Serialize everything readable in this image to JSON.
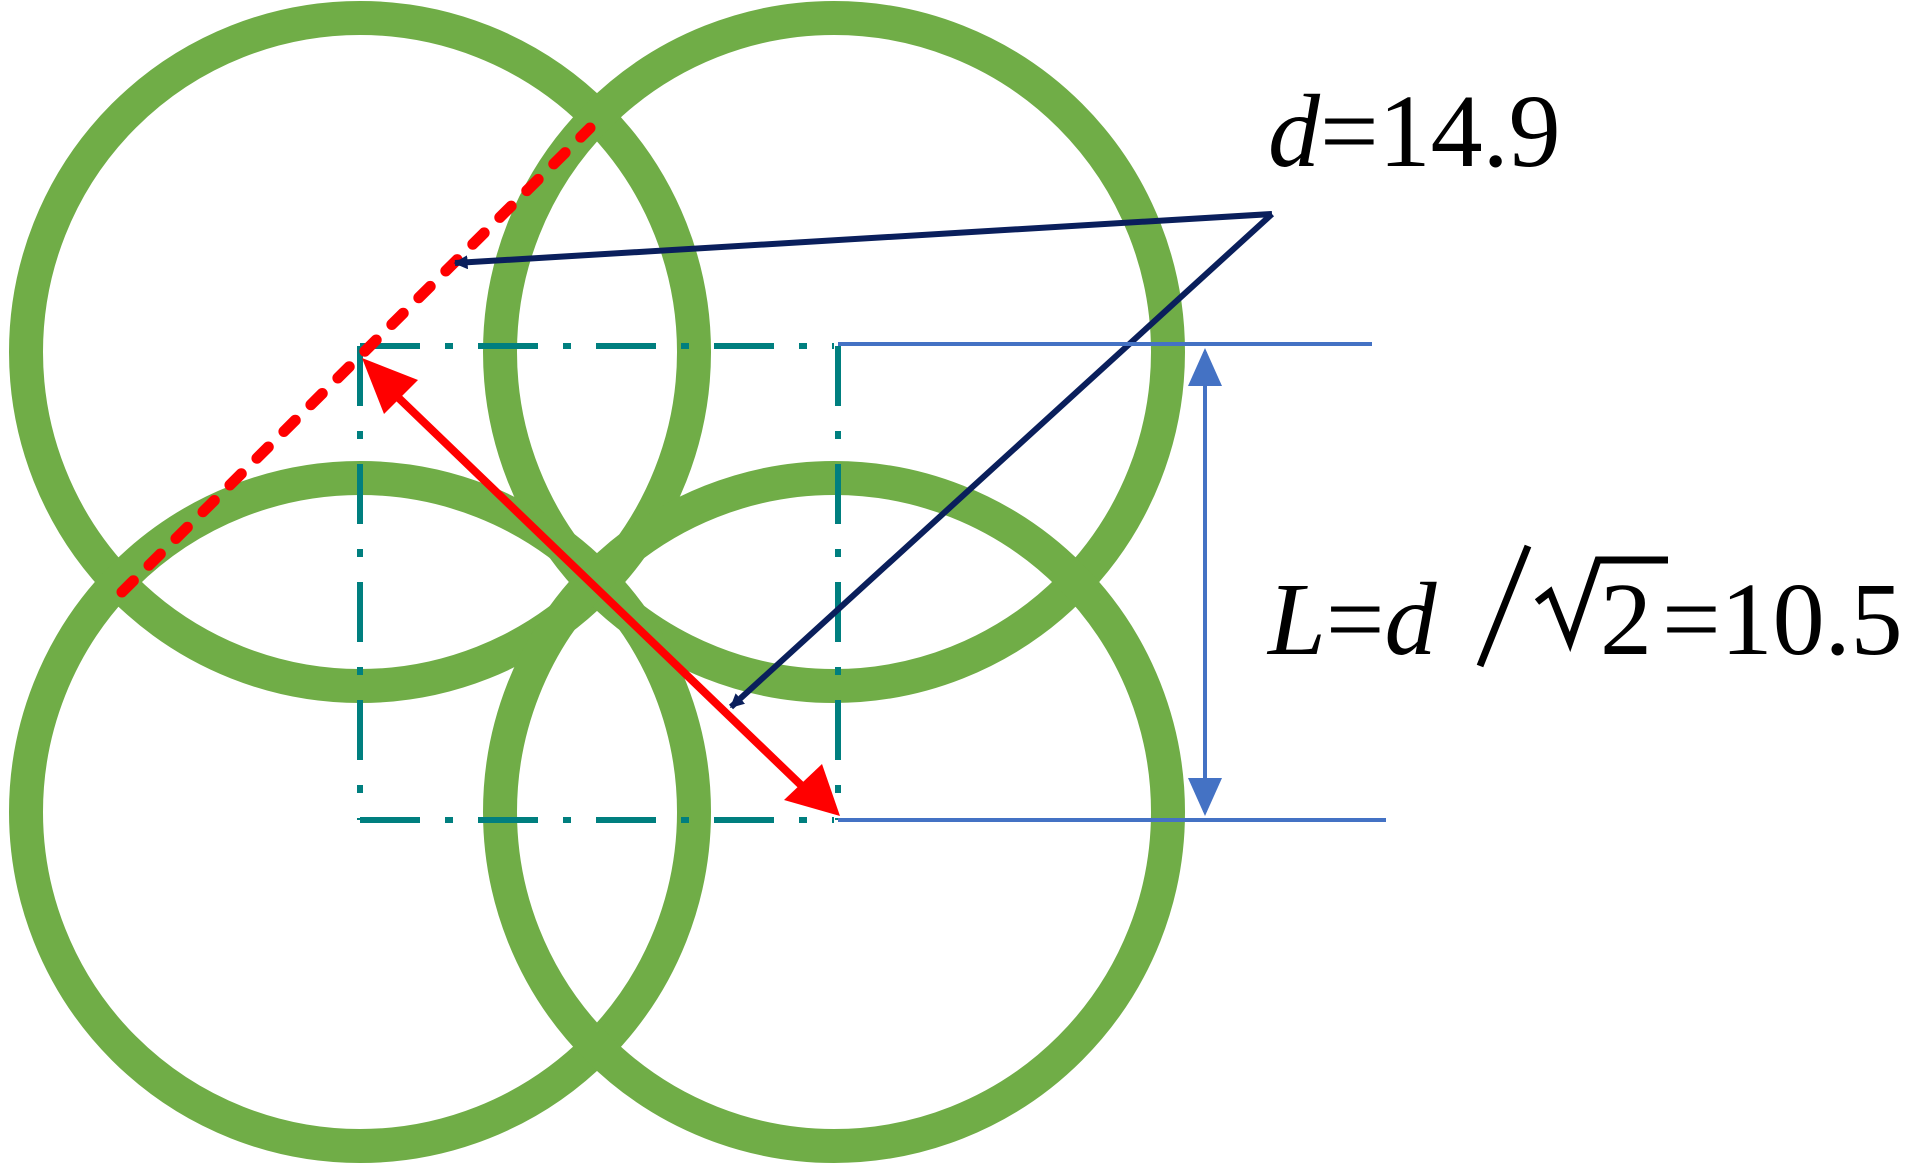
{
  "colors": {
    "background": "#ffffff",
    "circle_stroke": "#70ad47",
    "diagonal_dotted": "#ff0000",
    "double_arrow": "#ff0000",
    "pointer_arrows": "#0a1f5c",
    "square_dashdot": "#007f7f",
    "dimension_lines": "#4472c4",
    "text": "#000000"
  },
  "labels": {
    "d_var": "d",
    "d_value": "=14.9",
    "L_var": "L",
    "L_eq": "=",
    "L_d": "d",
    "slash": "/",
    "sqrt_arg": "2",
    "L_value": "=10.5"
  }
}
